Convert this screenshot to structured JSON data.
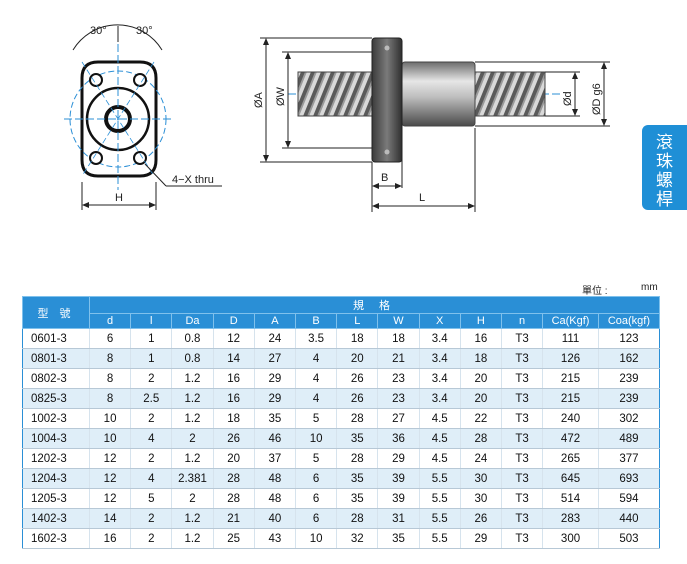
{
  "drawing": {
    "angle_left": "30°",
    "angle_right": "30°",
    "hole_label": "4−X thru",
    "dim_H": "H",
    "dim_A": "ØA",
    "dim_W": "ØW",
    "dim_B": "B",
    "dim_L": "L",
    "dim_d": "Ød",
    "dim_D": "ØD g6"
  },
  "side_tab": {
    "chars": [
      "滾",
      "珠",
      "螺",
      "桿"
    ]
  },
  "unit": {
    "label": "單位 :",
    "value": "mm"
  },
  "table": {
    "model_header": "型 號",
    "group_header": "規 格",
    "columns": [
      "d",
      "l",
      "Da",
      "D",
      "A",
      "B",
      "L",
      "W",
      "X",
      "H",
      "n",
      "Ca(Kgf)",
      "Coa(kgf)"
    ],
    "rows": [
      [
        "0601-3",
        "6",
        "1",
        "0.8",
        "12",
        "24",
        "3.5",
        "18",
        "18",
        "3.4",
        "16",
        "T3",
        "111",
        "123"
      ],
      [
        "0801-3",
        "8",
        "1",
        "0.8",
        "14",
        "27",
        "4",
        "20",
        "21",
        "3.4",
        "18",
        "T3",
        "126",
        "162"
      ],
      [
        "0802-3",
        "8",
        "2",
        "1.2",
        "16",
        "29",
        "4",
        "26",
        "23",
        "3.4",
        "20",
        "T3",
        "215",
        "239"
      ],
      [
        "0825-3",
        "8",
        "2.5",
        "1.2",
        "16",
        "29",
        "4",
        "26",
        "23",
        "3.4",
        "20",
        "T3",
        "215",
        "239"
      ],
      [
        "1002-3",
        "10",
        "2",
        "1.2",
        "18",
        "35",
        "5",
        "28",
        "27",
        "4.5",
        "22",
        "T3",
        "240",
        "302"
      ],
      [
        "1004-3",
        "10",
        "4",
        "2",
        "26",
        "46",
        "10",
        "35",
        "36",
        "4.5",
        "28",
        "T3",
        "472",
        "489"
      ],
      [
        "1202-3",
        "12",
        "2",
        "1.2",
        "20",
        "37",
        "5",
        "28",
        "29",
        "4.5",
        "24",
        "T3",
        "265",
        "377"
      ],
      [
        "1204-3",
        "12",
        "4",
        "2.381",
        "28",
        "48",
        "6",
        "35",
        "39",
        "5.5",
        "30",
        "T3",
        "645",
        "693"
      ],
      [
        "1205-3",
        "12",
        "5",
        "2",
        "28",
        "48",
        "6",
        "35",
        "39",
        "5.5",
        "30",
        "T3",
        "514",
        "594"
      ],
      [
        "1402-3",
        "14",
        "2",
        "1.2",
        "21",
        "40",
        "6",
        "28",
        "31",
        "5.5",
        "26",
        "T3",
        "283",
        "440"
      ],
      [
        "1602-3",
        "16",
        "2",
        "1.2",
        "25",
        "43",
        "10",
        "32",
        "35",
        "5.5",
        "29",
        "T3",
        "300",
        "503"
      ]
    ]
  }
}
